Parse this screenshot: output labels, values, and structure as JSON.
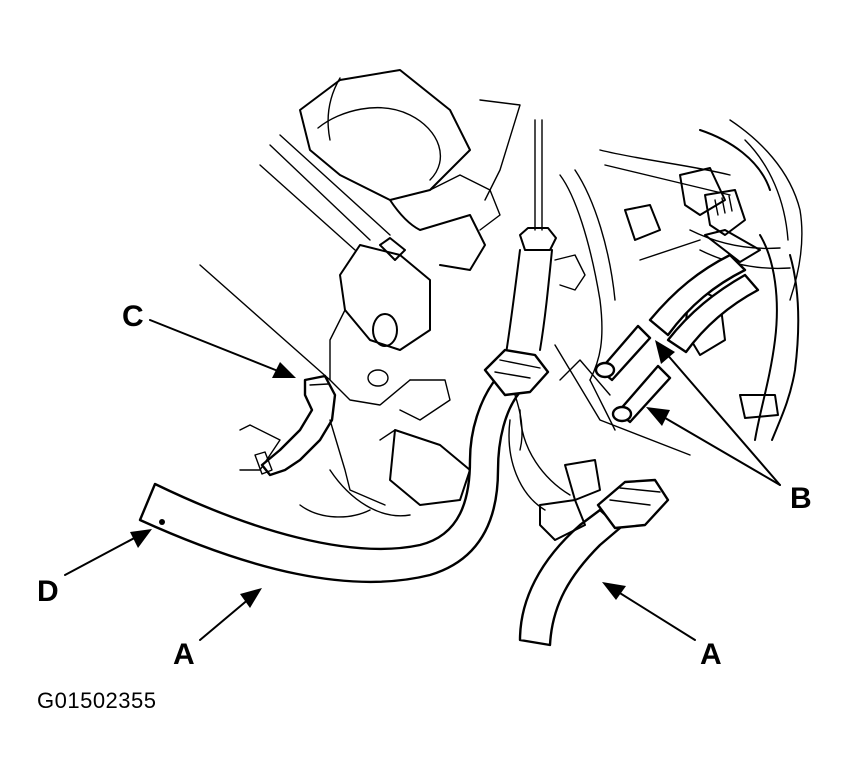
{
  "labels": {
    "a_left": "A",
    "a_right": "A",
    "b": "B",
    "c": "C",
    "d": "D"
  },
  "figure_id": "G01502355"
}
